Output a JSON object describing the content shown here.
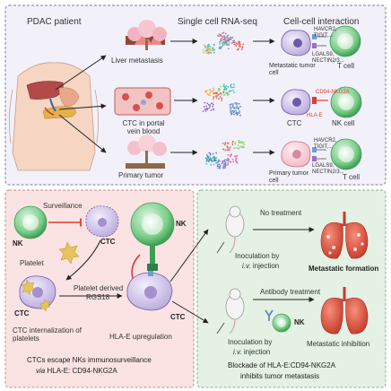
{
  "top_panel": {
    "patient_title": "PDAC patient",
    "rnaseq_title": "Single cell RNA-seq",
    "interaction_title": "Cell-cell interaction",
    "rows": [
      {
        "sample_label": "Liver metastasis",
        "left_cell_label": "Metastatic tumor cell",
        "right_cell_label": "T cell",
        "receptors_top": "HAVCR2, TIGIT,...",
        "receptors_bottom": "LGALS9, NECTIN2/3..."
      },
      {
        "sample_label": "CTC in portal vein blood",
        "left_cell_label": "CTC",
        "right_cell_label": "NK cell",
        "receptors_top": "CD94-NKG2A",
        "receptors_bottom": "HLA-E"
      },
      {
        "sample_label": "Primary tumor",
        "left_cell_label": "Primary tumor cell",
        "right_cell_label": "T cell",
        "receptors_top": "HAVCR2, TIGIT,...",
        "receptors_bottom": "LGALS9, NECTIN2/3..."
      }
    ]
  },
  "left_panel": {
    "surveillance": "Surveillance",
    "nk_small": "NK",
    "ctc_top": "CTC",
    "platelet": "Platelet",
    "nk_big": "NK",
    "platelet_derived": "Platelet derived",
    "rgs18": "RGS18",
    "ctc_left": "CTC",
    "ctc_right": "CTC",
    "ctc_internalization": "CTC internalization of platelets",
    "hlae_upregulation": "HLA-E upregulation",
    "caption_line1": "CTCs escape NKs immunosurveillance",
    "caption_via": "via",
    "caption_line2": "HLA-E: CD94-NKG2A"
  },
  "right_panel": {
    "no_treatment": "No treatment",
    "inoculation_top": "Inoculation by",
    "iv_top": "i.v.",
    "injection_top": "injection",
    "metastatic_formation": "Metastatic formation",
    "antibody_treatment": "Antibody treatment",
    "nk_label": "NK",
    "inoculation_bottom": "Inoculation by",
    "iv_bottom": "i.v.",
    "injection_bottom": "injection",
    "metastatic_inhibition": "Metastatic inhibition",
    "caption_line1": "Blockade of HLA-E:CD94-NKG2A",
    "caption_line2": "inhibits tumor metastasis"
  },
  "colors": {
    "top_bg": "#f2f1fa",
    "left_bg": "#fbe3e3",
    "right_bg": "#e3f1e3",
    "nk_green": "#7ccd8a",
    "ctc_purple": "#cbbfe6",
    "inhibit_red": "#e53935",
    "lung_red": "#e0533c"
  }
}
